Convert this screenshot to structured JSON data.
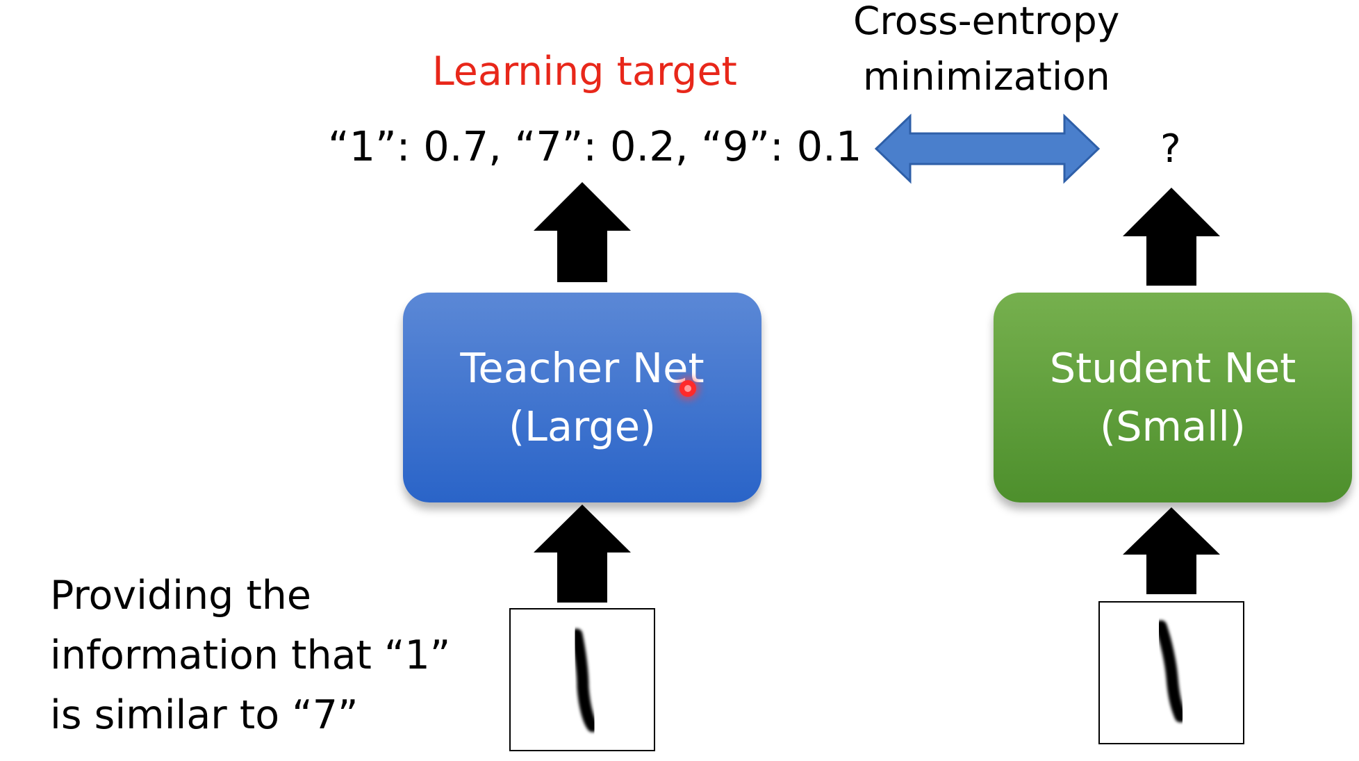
{
  "cross_entropy": {
    "line1": "Cross-entropy",
    "line2": "minimization"
  },
  "learning_target": {
    "label": "Learning target",
    "color": "#e8271a"
  },
  "teacher_output": {
    "text": "“1”: 0.7, “7”: 0.2, “9”: 0.1"
  },
  "student_output": {
    "text": "?"
  },
  "teacher": {
    "name": "Teacher Net",
    "size": "(Large)",
    "color": "#3b72cf"
  },
  "student": {
    "name": "Student Net",
    "size": "(Small)",
    "color": "#5e9f3a"
  },
  "caption": {
    "line1": "Providing the",
    "line2": "information that “1”",
    "line3": "is similar to “7”"
  },
  "arrow_colors": {
    "double_arrow": "#4a7fcc",
    "up_arrows": "#000000"
  }
}
